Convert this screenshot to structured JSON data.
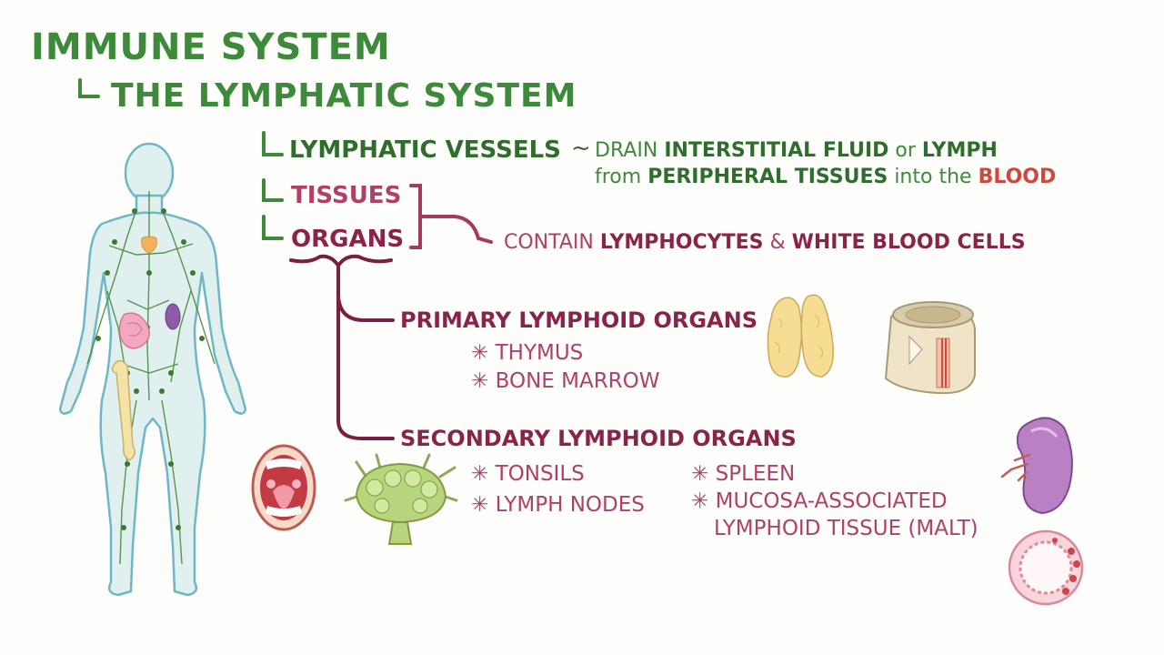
{
  "title": "IMMUNE SYSTEM",
  "subtitle": "THE LYMPHATIC SYSTEM",
  "vessels": {
    "label": "LYMPHATIC VESSELS",
    "tilde": "~",
    "line1": [
      "DRAIN ",
      "INTERSTITIAL FLUID",
      " or ",
      "LYMPH"
    ],
    "line2": [
      "from ",
      "PERIPHERAL TISSUES",
      " into the ",
      "BLOOD"
    ]
  },
  "tissues": "TISSUES",
  "organs": "ORGANS",
  "contain": [
    "CONTAIN ",
    "LYMPHOCYTES",
    " & ",
    "WHITE BLOOD CELLS"
  ],
  "primary": {
    "heading": "PRIMARY LYMPHOID ORGANS",
    "items": [
      "THYMUS",
      "BONE MARROW"
    ]
  },
  "secondary": {
    "heading": "SECONDARY LYMPHOID ORGANS",
    "items_left": [
      "TONSILS",
      "LYMPH NODES"
    ],
    "items_right": [
      "SPLEEN",
      "MUCOSA-ASSOCIATED",
      "LYMPHOID TISSUE (MALT)"
    ]
  },
  "bullet": "✳",
  "colors": {
    "green": "#3d8a3a",
    "maroon": "#8a2348",
    "pink": "#b04068",
    "red": "#d4463a"
  },
  "icons": [
    "human-lymphatic-body-icon",
    "thymus-icon",
    "bone-marrow-icon",
    "mouth-tonsils-icon",
    "lymph-node-icon",
    "spleen-icon",
    "malt-cross-section-icon"
  ]
}
